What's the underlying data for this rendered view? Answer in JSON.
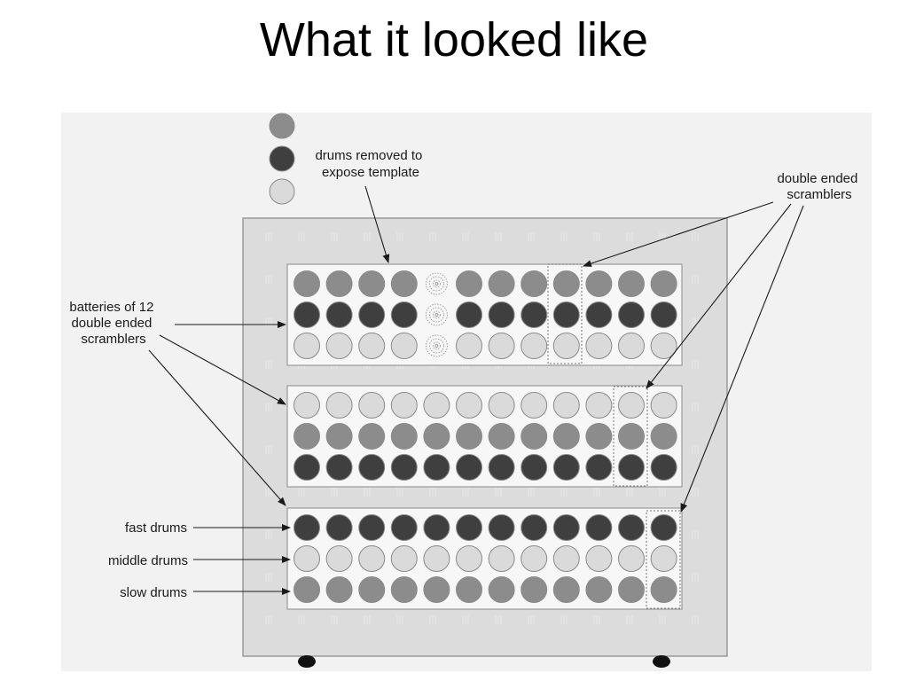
{
  "slide": {
    "title": "What it looked like"
  },
  "colors": {
    "medium": "#8c8c8c",
    "dark": "#3f3f3f",
    "light": "#dadada",
    "cabinet": "#dcdcdc",
    "panel": "#f7f7f7",
    "background": "#f2f2f2"
  },
  "legend_drums": [
    "medium",
    "dark",
    "light"
  ],
  "labels": {
    "drums_removed": [
      "drums removed to",
      "expose template"
    ],
    "double_ended": [
      "double ended",
      "scramblers"
    ],
    "batteries": [
      "batteries of 12",
      "double ended",
      "scramblers"
    ],
    "fast": "fast drums",
    "middle": "middle drums",
    "slow": "slow drums"
  },
  "batteries": [
    {
      "rows": [
        "medium",
        "dark",
        "light"
      ],
      "removed_column": 4
    },
    {
      "rows": [
        "light",
        "medium",
        "dark"
      ],
      "removed_column": null
    },
    {
      "rows": [
        "dark",
        "light",
        "medium"
      ],
      "removed_column": null
    }
  ],
  "drums_per_row": 12
}
